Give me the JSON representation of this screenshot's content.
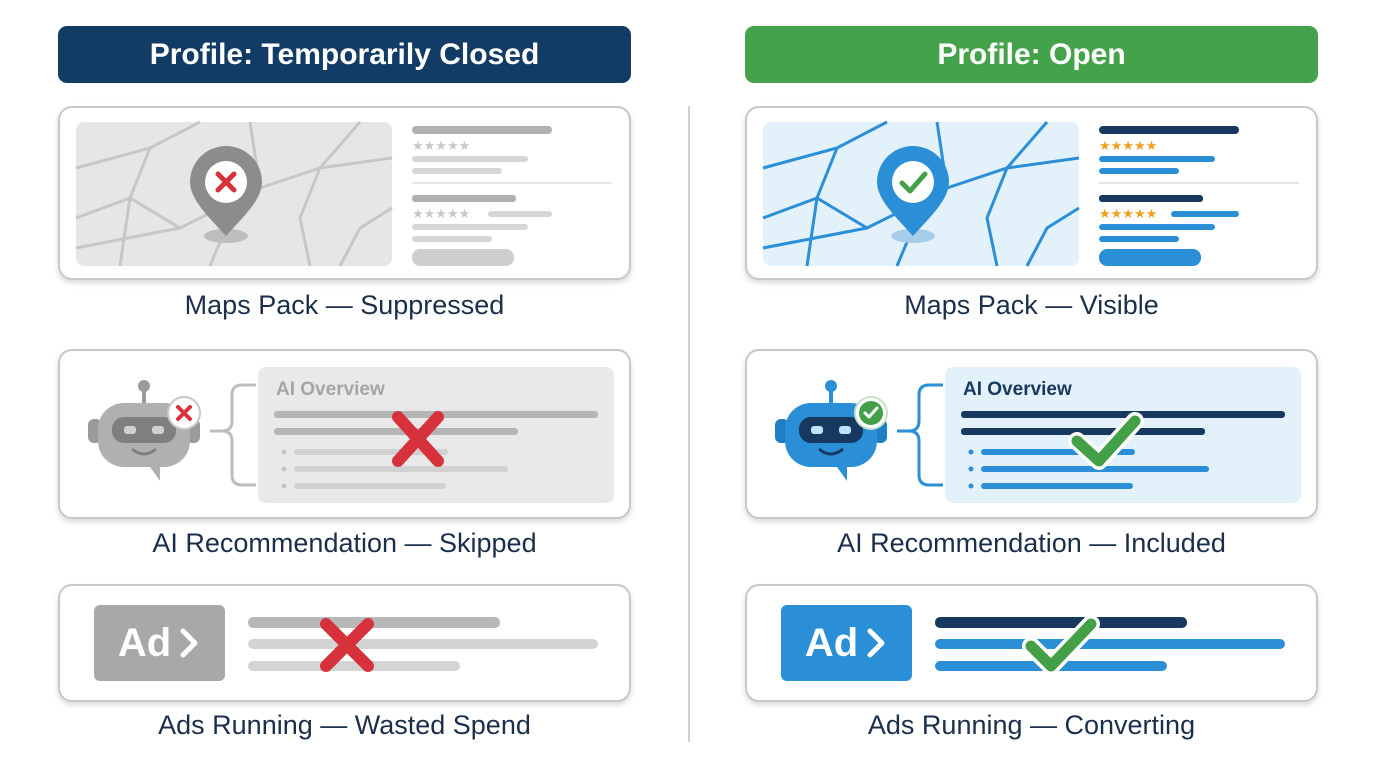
{
  "left": {
    "header": "Profile: Temporarily Closed",
    "maps_caption": "Maps Pack — Suppressed",
    "ai_caption": "AI Recommendation — Skipped",
    "ai_overview_title": "AI Overview",
    "ad_label": "Ad",
    "ads_caption": "Ads Running — Wasted Spend",
    "status": "not-included",
    "colors": {
      "header": "#123c66",
      "accent": "#a8a8a8",
      "mark": "#d7323c"
    }
  },
  "right": {
    "header": "Profile: Open",
    "maps_caption": "Maps Pack — Visible",
    "ai_caption": "AI Recommendation — Included",
    "ai_overview_title": "AI Overview",
    "ad_label": "Ad",
    "ads_caption": "Ads Running — Converting",
    "status": "included",
    "colors": {
      "header": "#44a34a",
      "accent": "#2a8fd6",
      "mark": "#43a047"
    }
  },
  "icons": {
    "left": [
      "map-pin-x-icon",
      "robot-x-icon",
      "x-mark-icon",
      "ad-chevron-icon"
    ],
    "right": [
      "map-pin-check-icon",
      "robot-check-icon",
      "check-mark-icon",
      "ad-chevron-icon"
    ]
  }
}
